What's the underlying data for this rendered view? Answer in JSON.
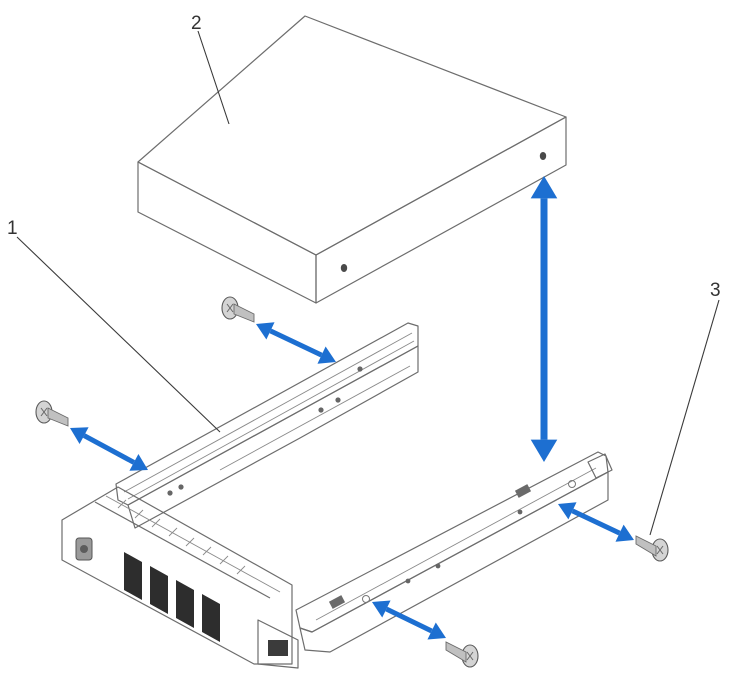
{
  "callouts": {
    "tray": "1",
    "hard_drive": "2",
    "screw": "3"
  },
  "colors": {
    "arrow": "#1d6fd1",
    "metal_light": "#e4e4e4",
    "metal_mid": "#c9c9c9",
    "metal_dark": "#9e9e9e",
    "drive_top": "#e6e6e6",
    "drive_side": "#cfcfcf"
  },
  "icons": {
    "screw": "screw-icon",
    "arrow": "double-arrow-icon"
  }
}
